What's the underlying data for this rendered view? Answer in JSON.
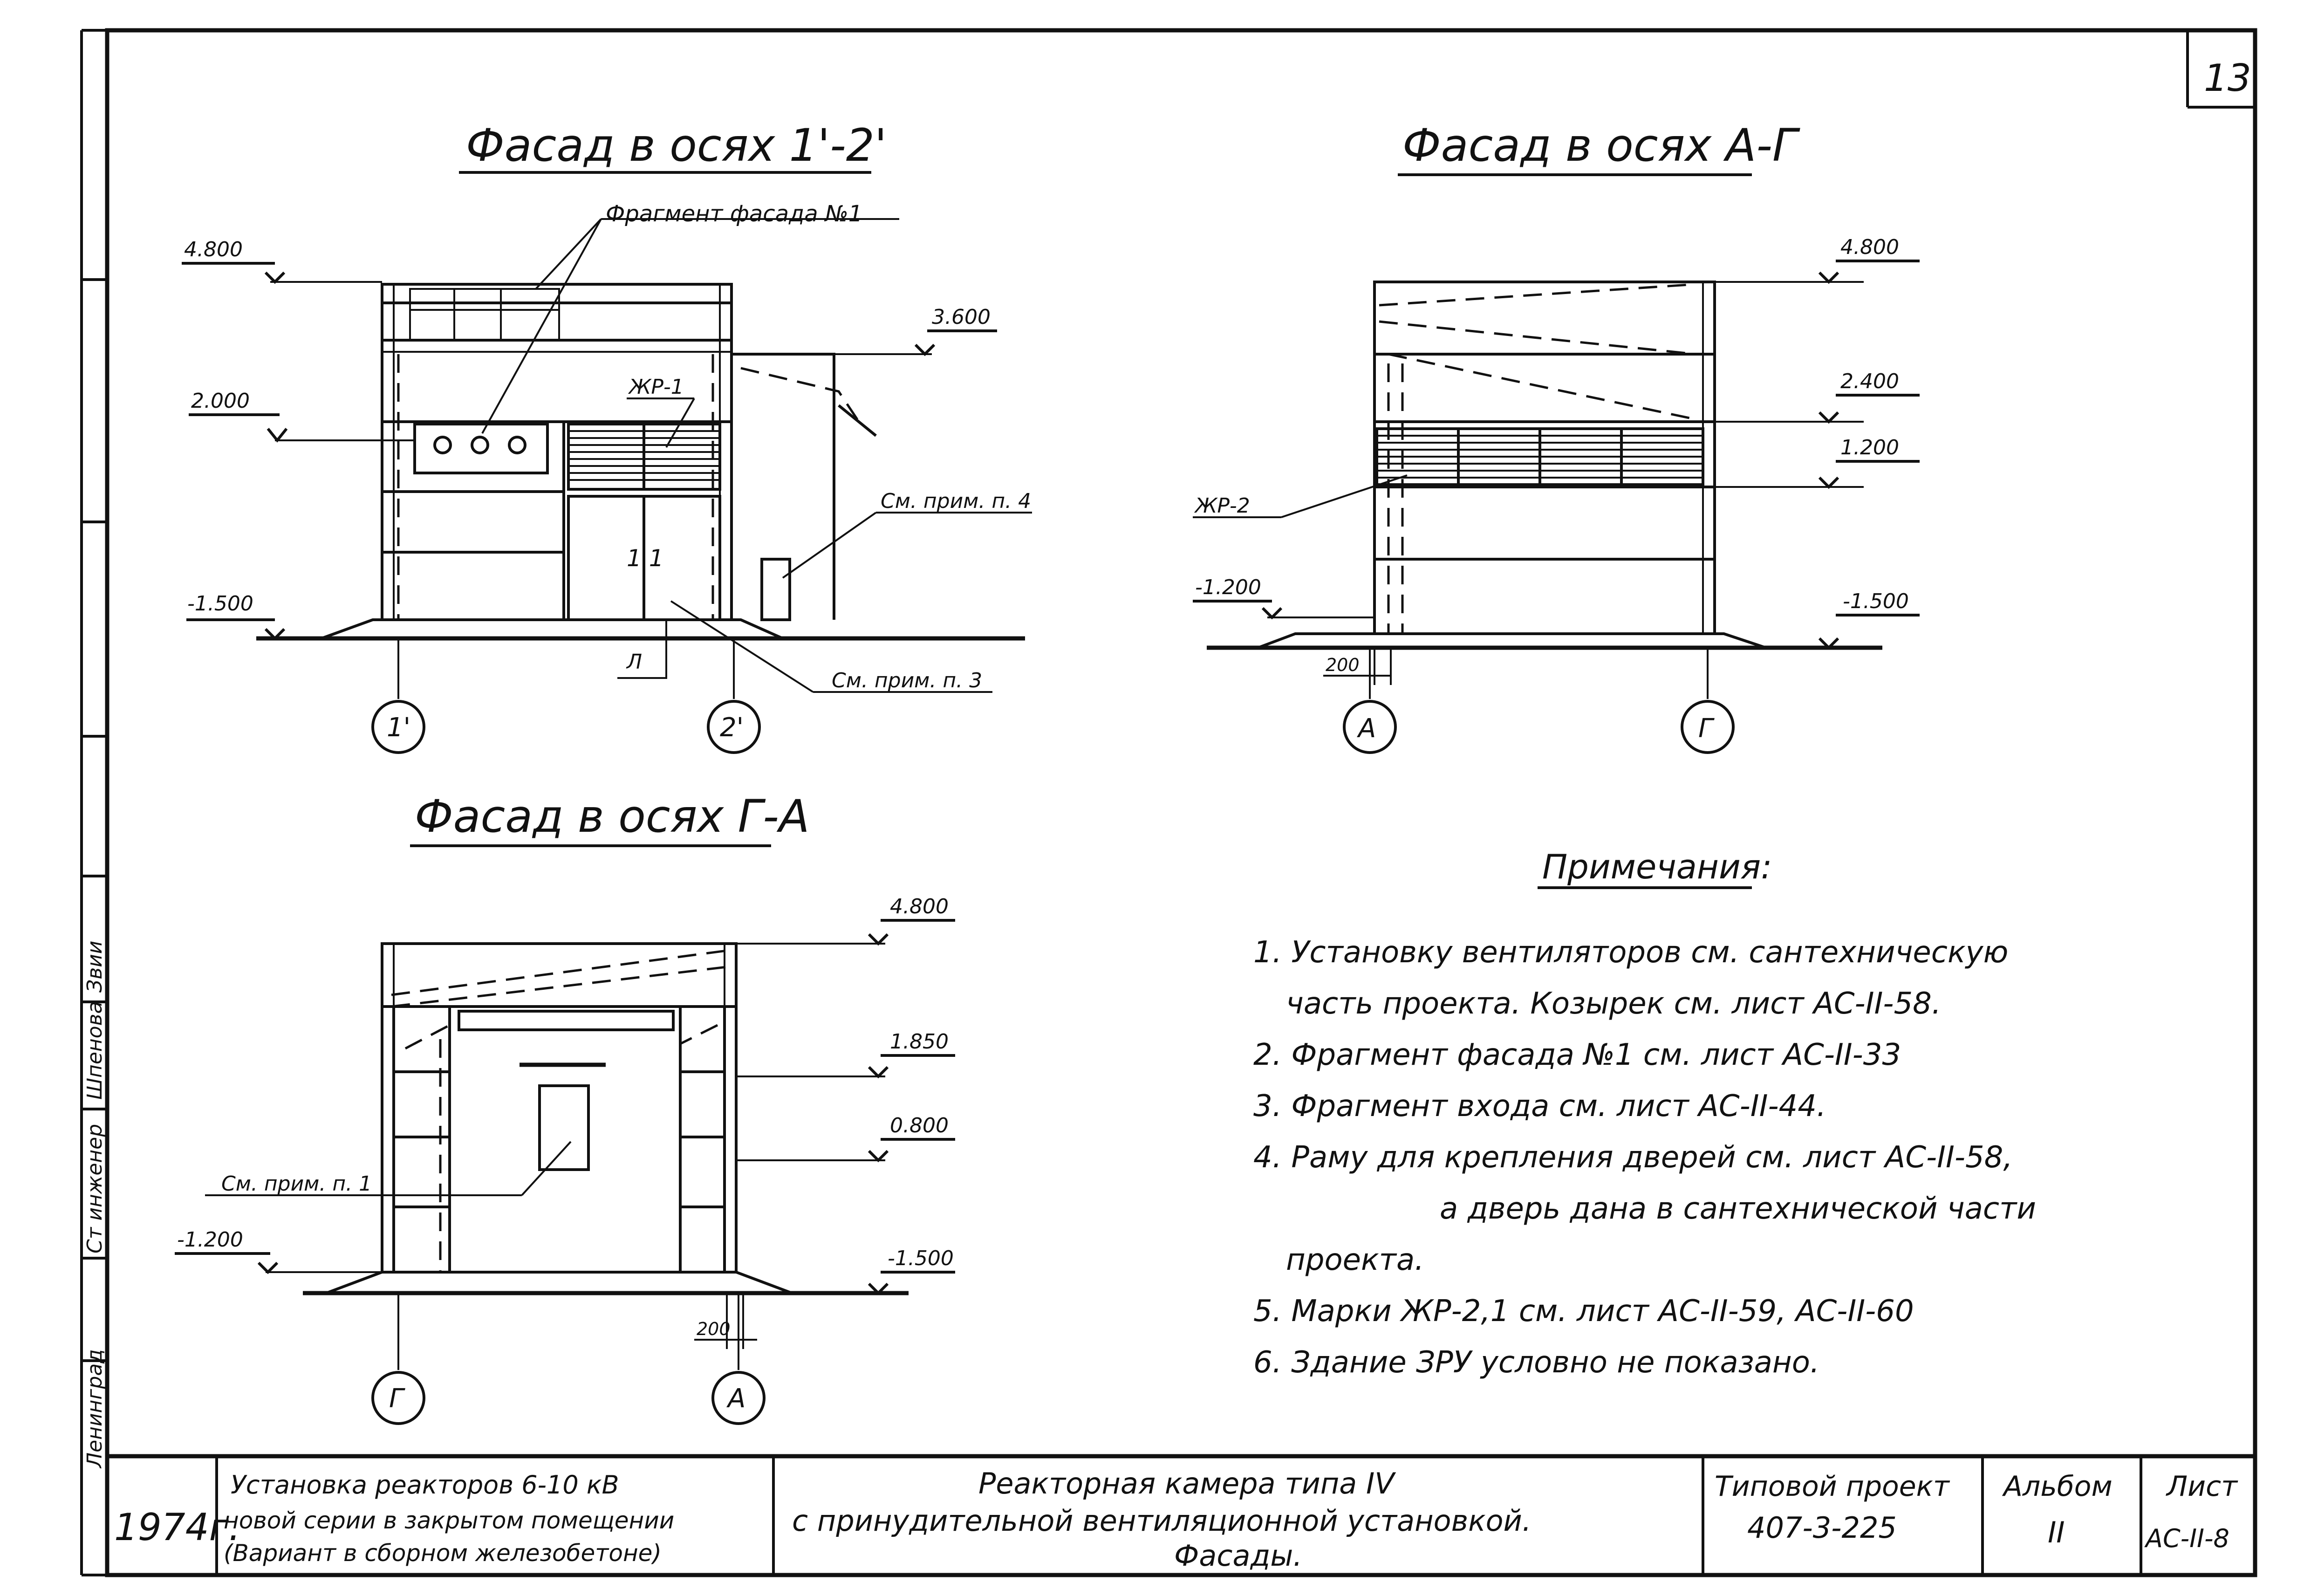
{
  "sheet": {
    "page_number": "13",
    "left_strip": {
      "position": "Ст инженер",
      "name": "Шпенова",
      "signature": "Звии",
      "city": "Ленинград"
    }
  },
  "facade_1_2": {
    "title": "Фасад в осях 1'-2'",
    "callout_fragment": "Фрагмент фасада №1",
    "label_zhr1": "ЖР-1",
    "note4": "См. прим. п. 4",
    "note3": "См. прим. п. 3",
    "label_l": "Л",
    "lvl_top": "4.800",
    "lvl_mid": "2.000",
    "lvl_bot": "-1.500",
    "lvl_right": "3.600",
    "door_mark": "1 1",
    "axis_left": "1'",
    "axis_right": "2'"
  },
  "facade_a_g": {
    "title": "Фасад в осях А-Г",
    "lvl_top": "4.800",
    "lvl_2": "2.400",
    "lvl_3": "1.200",
    "lvl_bot_left": "-1.200",
    "lvl_bot_right": "-1.500",
    "label_zhr2": "ЖР-2",
    "dim": "200",
    "axis_left": "А",
    "axis_right": "Г"
  },
  "facade_g_a": {
    "title": "Фасад в осях Г-А",
    "lvl_top": "4.800",
    "lvl_2": "1.850",
    "lvl_3": "0.800",
    "lvl_bot_left": "-1.200",
    "lvl_bot_right": "-1.500",
    "note1": "См. прим. п. 1",
    "dim": "200",
    "axis_left": "Г",
    "axis_right": "А"
  },
  "notes": {
    "heading": "Примечания:",
    "n1a": "1. Установку вентиляторов см. сантехническую",
    "n1b": "часть проекта. Козырек см. лист АС-II-58.",
    "n2": "2. Фрагмент фасада №1 см. лист АС-II-33",
    "n3": "3. Фрагмент входа см. лист АС-II-44.",
    "n4a": "4. Раму для крепления дверей см. лист АС-II-58,",
    "n4b": "а дверь дана в сантехнической части",
    "n4c": "проекта.",
    "n5": "5. Марки ЖР-2,1 см. лист АС-II-59, АС-II-60",
    "n6": "6. Здание ЗРУ условно не показано."
  },
  "title_block": {
    "year": "1974г.",
    "project_line1": "Установка реакторов 6-10 кВ",
    "project_line2": "новой серии в закрытом помещении",
    "project_line3": "(Вариант в сборном железобетоне)",
    "sheet_line1": "Реакторная камера типа IV",
    "sheet_line2": "с принудительной вентиляционной установкой.",
    "sheet_line3": "Фасады.",
    "typical_label": "Типовой проект",
    "typical_value": "407-3-225",
    "album_label": "Альбом",
    "album_value": "II",
    "list_label": "Лист",
    "list_value": "АС-II-8"
  }
}
